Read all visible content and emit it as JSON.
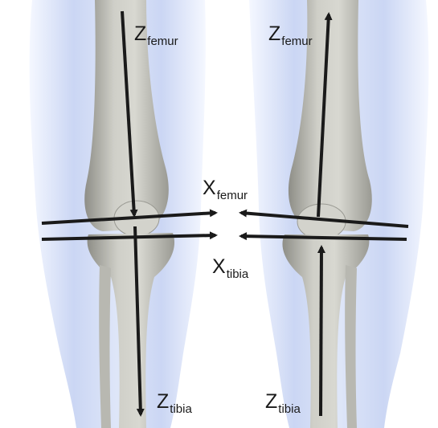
{
  "labels": {
    "z_femur_left": {
      "main": "Z",
      "sub": "femur"
    },
    "z_femur_right": {
      "main": "Z",
      "sub": "femur"
    },
    "x_femur": {
      "main": "X",
      "sub": "femur"
    },
    "x_tibia": {
      "main": "X",
      "sub": "tibia"
    },
    "z_tibia_left": {
      "main": "Z",
      "sub": "tibia"
    },
    "z_tibia_right": {
      "main": "Z",
      "sub": "tibia"
    }
  },
  "colors": {
    "arrow": "#1a1a1a",
    "soft_tissue": "#c9d6f4",
    "bone": "#c6c6bf",
    "bone_shadow": "#8e8e87",
    "background": "#ffffff"
  }
}
